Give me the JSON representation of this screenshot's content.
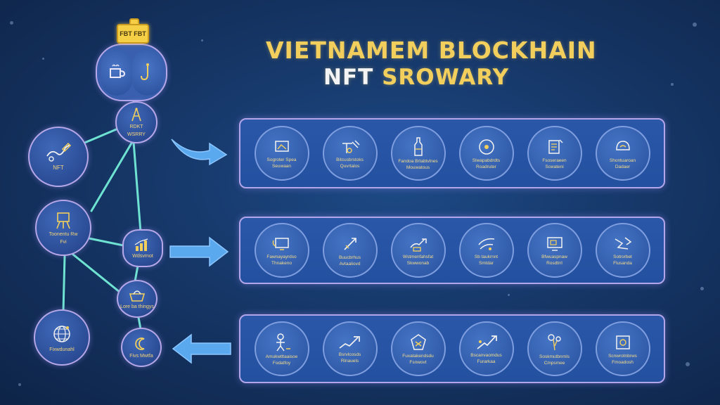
{
  "title": {
    "line1": "VIETNAMEM BLOCKHAIN",
    "line2_part1": "NFT",
    "line2_part2": " SROWARY"
  },
  "root": {
    "badge": "FBT FBT",
    "left_icon": "cup-icon",
    "right_icon": "hook-icon"
  },
  "nodes": [
    {
      "id": "compass",
      "label_line1": "RDKT",
      "label_line2": "WSRRY",
      "icon": "compass-icon"
    },
    {
      "id": "nft",
      "label_line1": "NFT",
      "label_line2": "",
      "icon": "pen-icon"
    },
    {
      "id": "frame",
      "label_line1": "Toonentu Rw",
      "label_line2": "Fvi",
      "icon": "easel-icon"
    },
    {
      "id": "chart",
      "label_line1": "Wdsvrnot",
      "label_line2": "",
      "icon": "bars-icon"
    },
    {
      "id": "basket",
      "label_line1": "Lore ba thingys",
      "label_line2": "",
      "icon": "basket-icon"
    },
    {
      "id": "globe",
      "label_line1": "Fixwdunahl",
      "label_line2": "",
      "icon": "globe-icon"
    },
    {
      "id": "moon",
      "label_line1": "Fivs Mwtfa",
      "label_line2": "",
      "icon": "moon-icon"
    }
  ],
  "panels": [
    {
      "cards": [
        {
          "icon": "frame-icon",
          "label1": "Sogroter Spea",
          "label2": "Seuwaan"
        },
        {
          "icon": "tools-icon",
          "label1": "Bitcusbrstoks",
          "label2": "Quvrtalos"
        },
        {
          "icon": "bottle-icon",
          "label1": "Fandoa Brtabtvlnes",
          "label2": "Mouwatous"
        },
        {
          "icon": "disc-icon",
          "label1": "Slwapabdrdts",
          "label2": "Roadruter"
        },
        {
          "icon": "document-icon",
          "label1": "Fsoseraeen",
          "label2": "Scwateni"
        },
        {
          "icon": "helmet-icon",
          "label1": "Shontuaroan",
          "label2": "Dadaer"
        }
      ]
    },
    {
      "cards": [
        {
          "icon": "screen-icon",
          "label1": "Fawnayayrdso",
          "label2": "Thnakeno"
        },
        {
          "icon": "rocket-icon",
          "label1": "Buucbrhus",
          "label2": "Avtaaliovd"
        },
        {
          "icon": "hand-icon",
          "label1": "Wstmenfahsfat",
          "label2": "Skwwonab"
        },
        {
          "icon": "brush-icon",
          "label1": "Sb taukrnnt",
          "label2": "Smtdar"
        },
        {
          "icon": "monitor-icon",
          "label1": "Bfwuaspnaw",
          "label2": "Rosdtrrl"
        },
        {
          "icon": "scribble-icon",
          "label1": "Sotrorbet",
          "label2": "Flusanda"
        }
      ]
    },
    {
      "cards": [
        {
          "icon": "person-icon",
          "label1": "Amukwtltaaisoe",
          "label2": "Fodatfoy"
        },
        {
          "icon": "trend-icon",
          "label1": "Bsrvlcosds",
          "label2": "Rlnauels"
        },
        {
          "icon": "badge-icon",
          "label1": "Fuxatakendsdu",
          "label2": "Fsnwovt"
        },
        {
          "icon": "arrow-up-icon",
          "label1": "Bscanvaomdus",
          "label2": "Furarkaa"
        },
        {
          "icon": "tree-icon",
          "label1": "Soskmutbnrnls",
          "label2": "Cmpsmee"
        },
        {
          "icon": "safe-icon",
          "label1": "Scnwrotnbrws",
          "label2": "Fmoadosh"
        }
      ]
    }
  ],
  "colors": {
    "title": "#f2cf5c",
    "connector": "#6fe3d2",
    "panel_border": "#b3a5ea",
    "arrow": "#5aa8ee",
    "label": "#f3d479"
  }
}
